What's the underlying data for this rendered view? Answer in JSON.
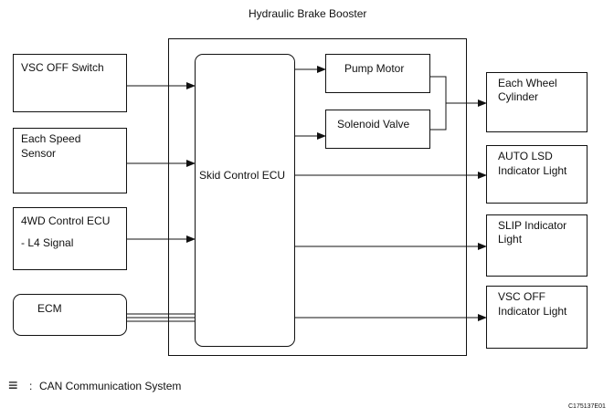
{
  "title": "Hydraulic Brake Booster",
  "inputs": {
    "vsc_off_switch": "VSC OFF Switch",
    "speed_sensor": [
      "Each Speed",
      "Sensor"
    ],
    "fourwd_ecu": [
      "4WD Control ECU",
      "- L4 Signal"
    ],
    "ecm": "ECM"
  },
  "ecu": "Skid Control ECU",
  "actuators": {
    "pump_motor": "Pump Motor",
    "solenoid_valve": "Solenoid Valve"
  },
  "outputs": {
    "wheel_cylinder": [
      "Each Wheel",
      "Cylinder"
    ],
    "auto_lsd": [
      "AUTO LSD",
      "Indicator Light"
    ],
    "slip": [
      "SLIP Indicator",
      "Light"
    ],
    "vsc_off_light": [
      "VSC OFF",
      "Indicator Light"
    ]
  },
  "legend": {
    "symbol": "≡",
    "separator": ":",
    "text": "CAN Communication System"
  },
  "figure_code": "C175137E01"
}
